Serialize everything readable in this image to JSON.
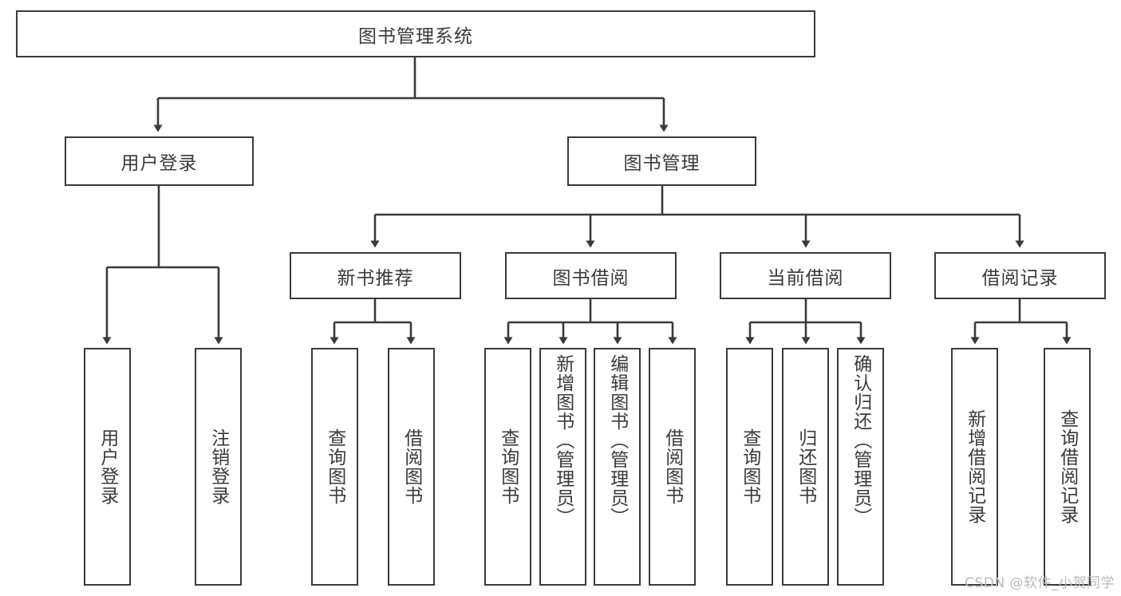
{
  "diagram": {
    "title": "图书管理系统",
    "watermark": "CSDN @软件_小贺同学",
    "colors": {
      "box_border": "#3a3a3a",
      "box_fill": "#ffffff",
      "text": "#3a3a3a",
      "line": "#3a3a3a",
      "background": "#ffffff",
      "watermark": "#b9b9b9"
    },
    "root": {
      "label": "图书管理系统"
    },
    "level1": [
      {
        "label": "用户登录"
      },
      {
        "label": "图书管理"
      }
    ],
    "level2": [
      {
        "label": "新书推荐"
      },
      {
        "label": "图书借阅"
      },
      {
        "label": "当前借阅"
      },
      {
        "label": "借阅记录"
      }
    ],
    "leaves": {
      "user_login": [
        {
          "label": "用户登录"
        },
        {
          "label": "注销登录"
        }
      ],
      "new_book": [
        {
          "label": "查询图书"
        },
        {
          "label": "借阅图书"
        }
      ],
      "book_borrow": [
        {
          "label": "查询图书"
        },
        {
          "label": "新增图书（管理员）"
        },
        {
          "label": "编辑图书（管理员）"
        },
        {
          "label": "借阅图书"
        }
      ],
      "current_borrow": [
        {
          "label": "查询图书"
        },
        {
          "label": "归还图书"
        },
        {
          "label": "确认归还（管理员）"
        }
      ],
      "borrow_record": [
        {
          "label": "新增借阅记录"
        },
        {
          "label": "查询借阅记录"
        }
      ]
    }
  }
}
